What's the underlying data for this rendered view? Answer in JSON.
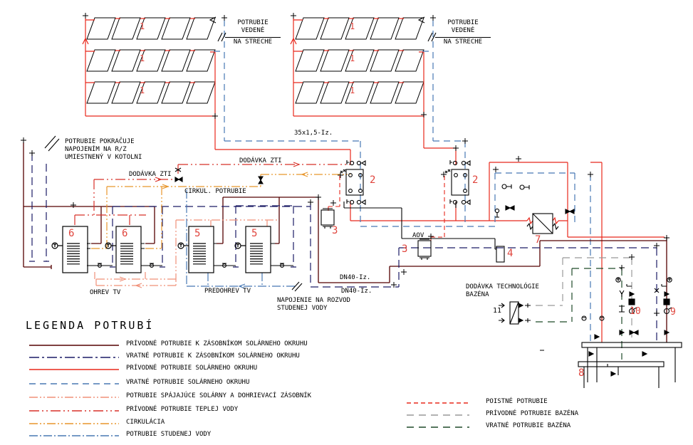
{
  "colors": {
    "maroon": "#550000",
    "navy": "#1c1c66",
    "red": "#e8281c",
    "blue": "#4878b4",
    "salmon": "#f09078",
    "red_hw": "#d83028",
    "orange": "#e8962c",
    "blue_cw": "#4878b4",
    "red_dash": "#e8281c",
    "gray": "#999999",
    "green": "#1e4a28",
    "black": "#000000",
    "number_red": "#e0443c"
  },
  "roof_note": {
    "l1": "POTRUBIE",
    "l2": "VEDENÉ",
    "l3": "NA STRECHE"
  },
  "annotations": {
    "pipe_size": "35x1,5-Iz.",
    "boiler_1": "POTRUBIE POKRAČUJE",
    "boiler_2": "NAPOJENÍM NA R/Z",
    "boiler_3": "UMIESTNENÝ V KOTOLNI",
    "dodavka_zti": "DODÁVKA ZTI",
    "cirkul": "CIRKUL. POTRUBIE",
    "ohrev": "OHREV TV",
    "predohrev": "PREDOHREV TV",
    "napojenie_1": "NAPOJENIE NA ROZVOD",
    "napojenie_2": "STUDENEJ VODY",
    "dn40": "DN40-Iz.",
    "aov": "AOV",
    "pool_1": "DODÁVKA TECHNOLÓGIE",
    "pool_2": "BAZÉNA"
  },
  "numbers": {
    "collector": "1",
    "pump_group": "2",
    "expansion": "3",
    "vessel": "4",
    "tank_preheat": "5",
    "tank_heat": "6",
    "exchanger": "7",
    "manifold": "8",
    "pool_return": "9",
    "pool_supply": "10",
    "pool_hx": "11"
  },
  "legend": {
    "title": "LEGENDA POTRUBÍ",
    "items": [
      {
        "label": "PRÍVODNÉ POTRUBIE K ZÁSOBNÍKOM SOLÁRNEHO OKRUHU",
        "color": "#550000",
        "dash": ""
      },
      {
        "label": "VRATNÉ POTRUBIE K ZÁSOBNÍKOM SOLÁRNEHO OKRUHU",
        "color": "#1c1c66",
        "dash": "14 4 3 4"
      },
      {
        "label": "PRÍVODNÉ POTRUBIE SOLÁRNEHO OKRUHU",
        "color": "#e8281c",
        "dash": ""
      },
      {
        "label": "VRATNÉ POTRUBIE SOLÁRNEHO OKRUHU",
        "color": "#4878b4",
        "dash": "9 6"
      },
      {
        "label": "POTRUBIE SPÁJAJÚCE SOLÁRNY A DOHRIEVACÍ ZÁSOBNÍK",
        "color": "#f09078",
        "dash": "12 3 2 3 2 3"
      },
      {
        "label": "PRÍVODNÉ POTRUBIE TEPLEJ VODY",
        "color": "#d83028",
        "dash": "14 4 2 4 2 4"
      },
      {
        "label": "CIRKULÁCIA",
        "color": "#e8962c",
        "dash": "12 3 2 3 2 3"
      },
      {
        "label": "POTRUBIE STUDENEJ VODY",
        "color": "#4878b4",
        "dash": "12 3 2 3"
      }
    ],
    "items_right": [
      {
        "label": "POISTNÉ POTRUBIE",
        "color": "#e8281c",
        "dash": "6 4"
      },
      {
        "label": "PRÍVODNÉ POTRUBIE BAZÉNA",
        "color": "#999999",
        "dash": "10 7"
      },
      {
        "label": "VRATNÉ POTRUBIE BAZÉNA",
        "color": "#1e4a28",
        "dash": "10 7"
      }
    ]
  }
}
